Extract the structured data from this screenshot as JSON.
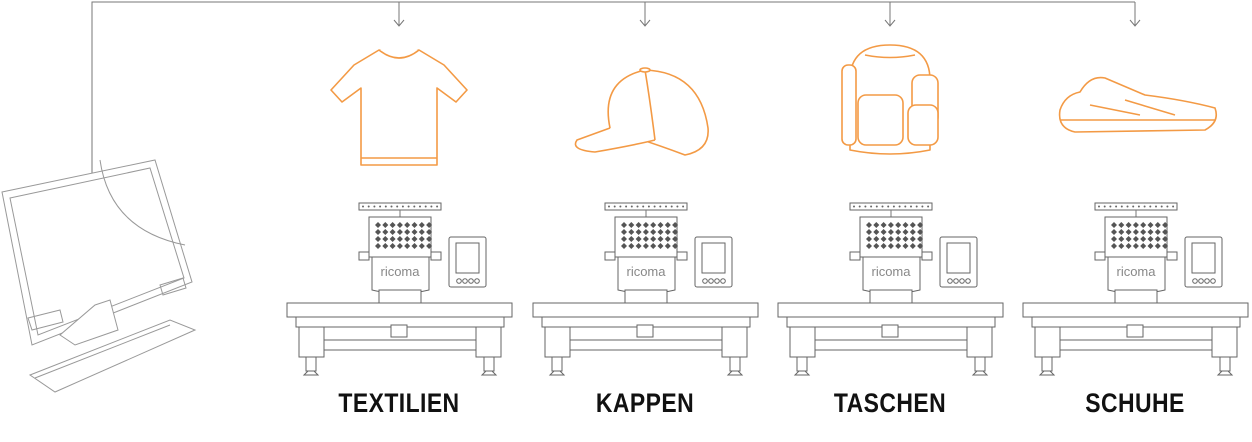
{
  "colors": {
    "accent": "#f39a45",
    "line": "#777777",
    "text": "#111111"
  },
  "brand": "ricoma",
  "categories": [
    {
      "label": "TEXTILIEN",
      "icon": "t-shirt-icon"
    },
    {
      "label": "KAPPEN",
      "icon": "cap-icon"
    },
    {
      "label": "TASCHEN",
      "icon": "backpack-icon"
    },
    {
      "label": "SCHUHE",
      "icon": "shoe-icon"
    }
  ]
}
